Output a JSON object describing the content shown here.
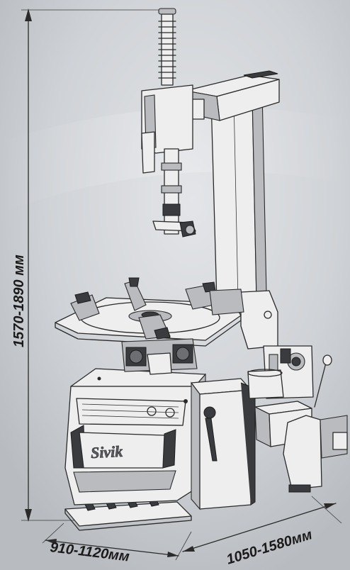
{
  "dimensions": {
    "height": "1570-1890 мм",
    "width": "910-1120мм",
    "depth": "1050-1580мм"
  },
  "brand": {
    "logo_text": "Sivik"
  },
  "colors": {
    "background": "#c9ccd0",
    "body": "#eeeeef",
    "outline": "#2a2a2a",
    "dark_parts": "#3a3b3e"
  }
}
